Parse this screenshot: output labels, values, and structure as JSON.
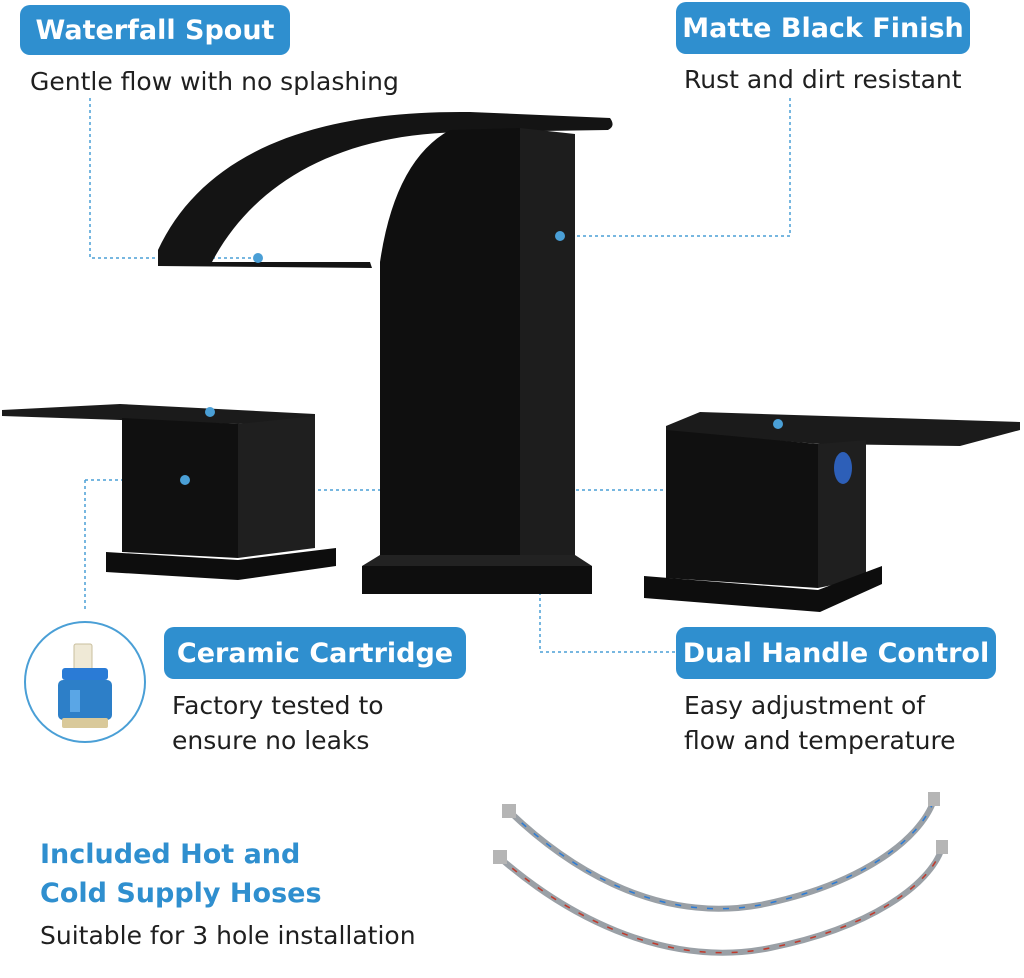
{
  "features": [
    {
      "title": "Waterfall Spout",
      "desc_lines": [
        "Gentle flow with no splashing"
      ]
    },
    {
      "title": "Matte Black Finish",
      "desc_lines": [
        "Rust and dirt resistant"
      ]
    },
    {
      "title": "Ceramic Cartridge",
      "desc_lines": [
        "Factory tested to",
        "ensure no leaks"
      ]
    },
    {
      "title": "Dual Handle Control",
      "desc_lines": [
        "Easy adjustment of",
        "flow and temperature"
      ]
    }
  ],
  "hoses": {
    "title_lines": [
      "Included Hot and",
      "Cold Supply Hoses"
    ],
    "desc": "Suitable for 3 hole installation"
  },
  "colors": {
    "accent": "#2f8fcf",
    "product": "#111111",
    "cartridge": "#2d7fc8",
    "hot": "#c0392b",
    "cold": "#2a7bd6"
  },
  "icons": [
    "ceramic-cartridge-icon",
    "waterfall-faucet-image",
    "supply-hoses-image"
  ]
}
